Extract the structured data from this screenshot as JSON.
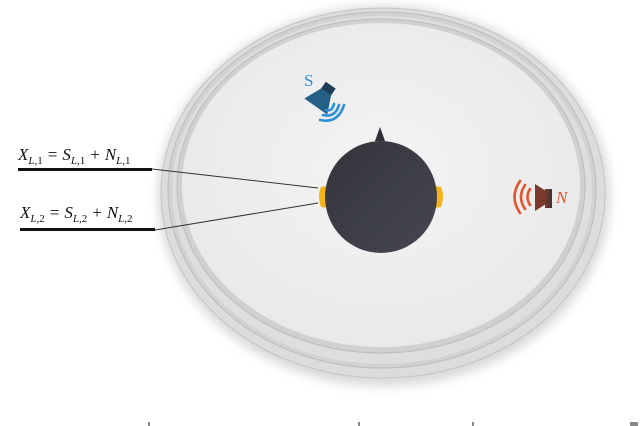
{
  "figure": {
    "type": "acoustic-scene-diagram",
    "room": {
      "shape": "ellipse",
      "rings": 3,
      "colors": {
        "outer": "#d6d6d6",
        "ring_edge": "#b8b8b8",
        "inner": "#ececec"
      }
    },
    "listener": {
      "head_color": "#3a3b42",
      "ear_color": "#f2b31b",
      "facing": "up"
    },
    "sources": [
      {
        "id": "source-s",
        "label": "S",
        "color": "#2e8fd6",
        "speaker_color": "#245f86",
        "position": "upper-left of head"
      },
      {
        "id": "source-n",
        "label": "N",
        "color": "#e0562f",
        "speaker_color": "#7a3a2c",
        "position": "right of head"
      }
    ],
    "equations": [
      {
        "lhs": "X",
        "lhs_sub": "L,",
        "lhs_idx": "1",
        "eq": "=",
        "t1": "S",
        "t1_sub": "L,",
        "t1_idx": "1",
        "plus": "+",
        "t2": "N",
        "t2_sub": "L,",
        "t2_idx": "1",
        "text": "X_{L,1} = S_{L,1} + N_{L,1}"
      },
      {
        "lhs": "X",
        "lhs_sub": "L,",
        "lhs_idx": "2",
        "eq": "=",
        "t1": "S",
        "t1_sub": "L,",
        "t1_idx": "2",
        "plus": "+",
        "t2": "N",
        "t2_sub": "L,",
        "t2_idx": "2",
        "text": "X_{L,2} = S_{L,2} + N_{L,2}"
      }
    ]
  }
}
